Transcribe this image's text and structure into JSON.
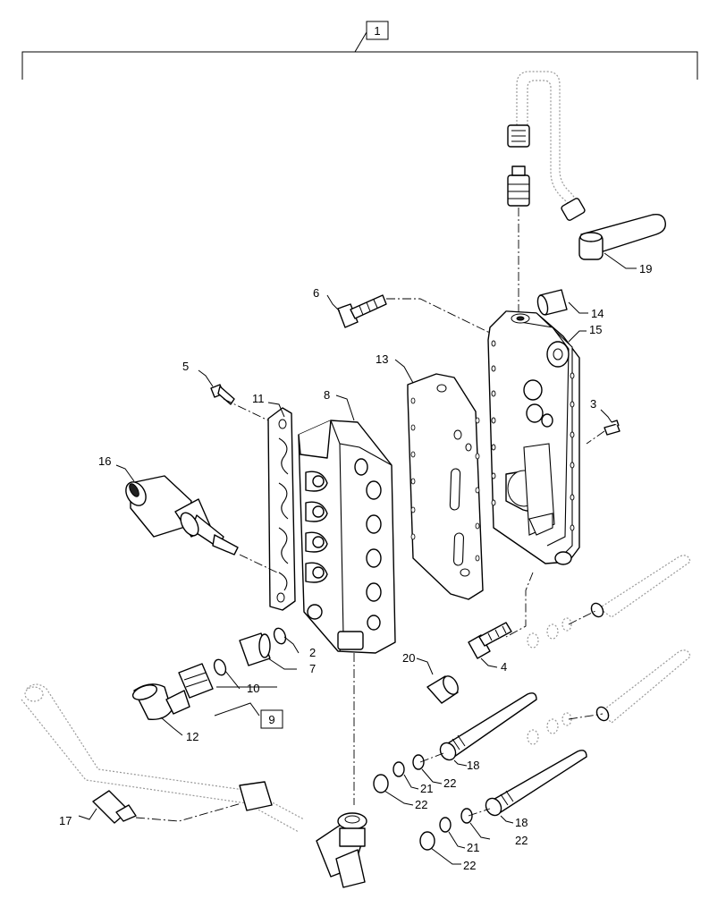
{
  "diagram": {
    "group_label": "1",
    "kit_label": "9",
    "callouts": [
      {
        "id": "c19",
        "text": "19"
      },
      {
        "id": "c6",
        "text": "6"
      },
      {
        "id": "c14",
        "text": "14"
      },
      {
        "id": "c15",
        "text": "15"
      },
      {
        "id": "c5",
        "text": "5"
      },
      {
        "id": "c13",
        "text": "13"
      },
      {
        "id": "c11",
        "text": "11"
      },
      {
        "id": "c8",
        "text": "8"
      },
      {
        "id": "c3",
        "text": "3"
      },
      {
        "id": "c16",
        "text": "16"
      },
      {
        "id": "c2",
        "text": "2"
      },
      {
        "id": "c7",
        "text": "7"
      },
      {
        "id": "c20",
        "text": "20"
      },
      {
        "id": "c4",
        "text": "4"
      },
      {
        "id": "c10",
        "text": "10"
      },
      {
        "id": "c12",
        "text": "12"
      },
      {
        "id": "c18a",
        "text": "18"
      },
      {
        "id": "c21a",
        "text": "21"
      },
      {
        "id": "c22a",
        "text": "22"
      },
      {
        "id": "c22b",
        "text": "22"
      },
      {
        "id": "c17",
        "text": "17"
      },
      {
        "id": "c18b",
        "text": "18"
      },
      {
        "id": "c22c",
        "text": "22"
      },
      {
        "id": "c21b",
        "text": "21"
      },
      {
        "id": "c22d",
        "text": "22"
      }
    ]
  }
}
